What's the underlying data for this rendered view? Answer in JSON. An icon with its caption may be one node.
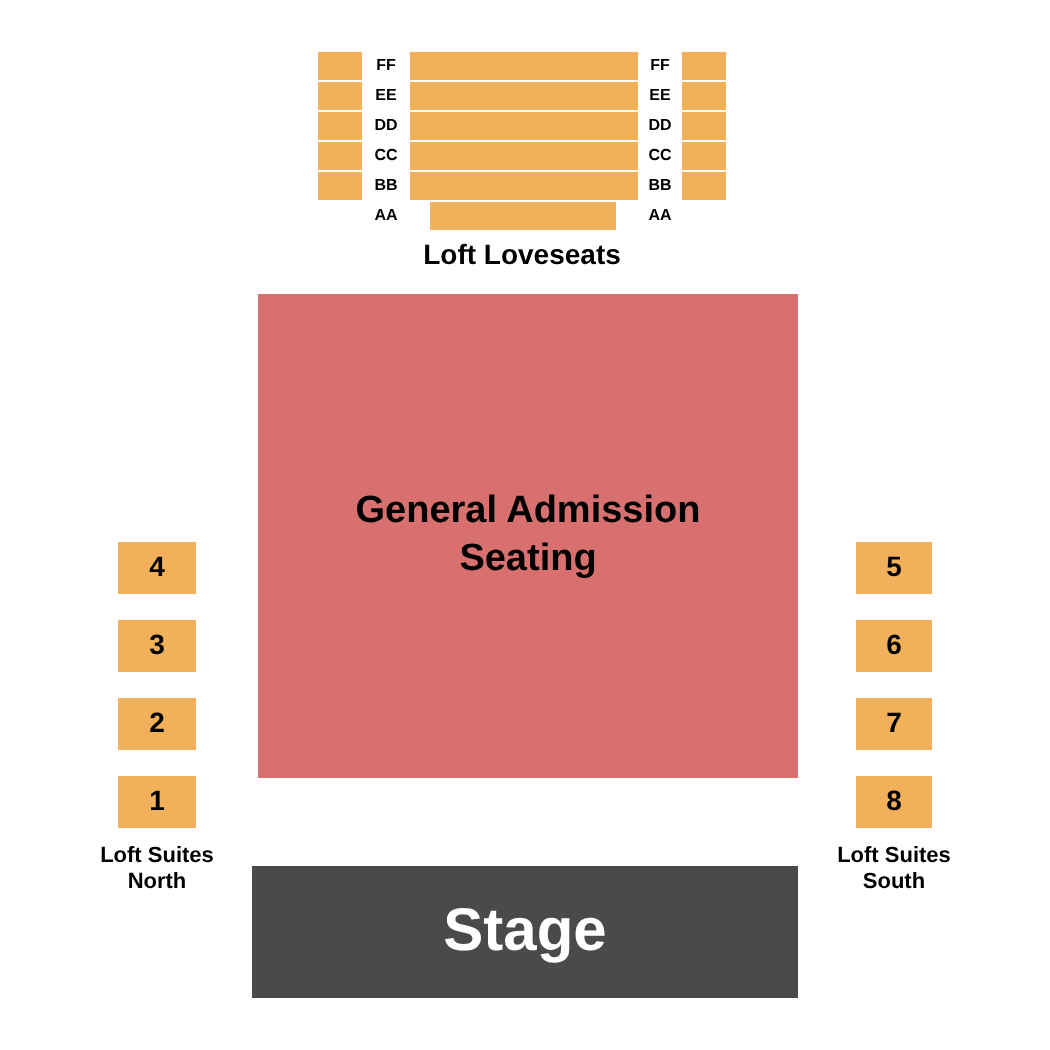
{
  "diagram": {
    "nodes": [
      {
        "text": [
          "General Admission Seating"
        ]
      },
      {
        "text": [
          "4"
        ]
      },
      {
        "text": [
          "5"
        ]
      },
      {
        "text": [
          "3"
        ]
      },
      {
        "text": [
          "6"
        ]
      },
      {
        "text": [
          "2"
        ]
      },
      {
        "text": [
          "7"
        ]
      },
      {
        "text": [
          "1"
        ],
        "beside": [
          "Loft Suites North"
        ]
      },
      {
        "text": [
          "8"
        ],
        "beside": [
          "Loft Suites South"
        ]
      },
      {
        "text": [
          "Stage"
        ]
      }
    ],
    "edges": [],
    "labels": [
      "FF",
      "FF",
      "EE",
      "EE",
      "DD",
      "DD",
      "CC",
      "CC",
      "BB",
      "BB",
      "AA",
      "AA",
      "Loft Loveseats"
    ]
  }
}
